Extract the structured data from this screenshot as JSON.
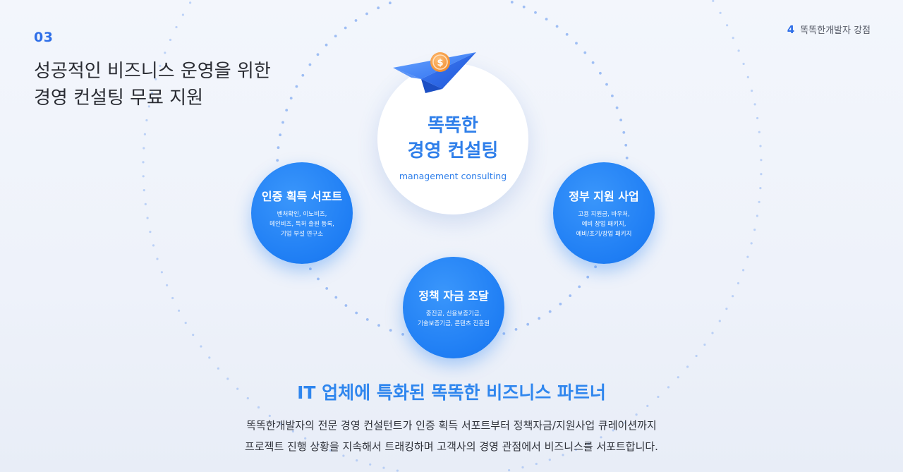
{
  "section": {
    "number": "03"
  },
  "headline": {
    "line1": "성공적인 비즈니스 운영을 위한",
    "line2": "경영 컨설팅 무료 지원"
  },
  "corner": {
    "page_number": "4",
    "brand_label": "똑똑한개발자 강점"
  },
  "center": {
    "title_line1": "똑똑한",
    "title_line2": "경영 컨설팅",
    "subtitle": "management consulting"
  },
  "circles": {
    "cert": {
      "title": "인증 획득 서포트",
      "lines": [
        "벤처확인, 이노비즈,",
        "메인비즈, 특허 출원 등록,",
        "기업 부설 연구소"
      ]
    },
    "gov": {
      "title": "정부 지원 사업",
      "lines": [
        "고용 지원금, 바우처,",
        "예비 창업 패키지,",
        "예비/초기/창업 패키지"
      ]
    },
    "fund": {
      "title": "정책 자금 조달",
      "lines": [
        "중진공, 신용보증기금,",
        "기술보증기금, 콘텐츠 진흥원"
      ]
    }
  },
  "tagline": "IT 업체에 특화된 똑똑한 비즈니스 파트너",
  "description": {
    "line1": "똑똑한개발자의 전문 경영 컨설턴트가 인증 획득 서포트부터 정책자금/지원사업 큐레이션까지",
    "line2": "프로젝트 진행 상황을 지속해서 트래킹하며 고객사의 경영 관점에서 비즈니스를 서포트합니다."
  },
  "colors": {
    "accent": "#2f7fea",
    "circle_blue": "#1f7ef4",
    "dot": "#8fb4f2"
  },
  "icons": {
    "center_visual": "paper-plane-coin-icon"
  }
}
